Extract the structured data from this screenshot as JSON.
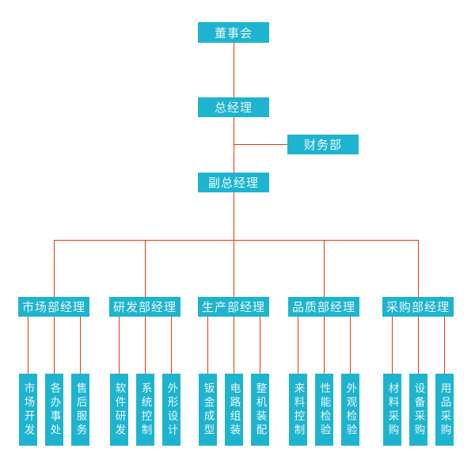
{
  "chart": {
    "type": "org-chart",
    "colors": {
      "box": "#1eb4cf",
      "line": "#e83a10",
      "text": "#ffffff",
      "background": "#ffffff"
    },
    "nodes": {
      "board": "董事会",
      "general_manager": "总经理",
      "finance": "财务部",
      "deputy_general_manager": "副总经理"
    },
    "departments": [
      {
        "label": "市场部经理",
        "children": [
          "市场开发",
          "各办事处",
          "售后服务"
        ]
      },
      {
        "label": "研发部经理",
        "children": [
          "软件研发",
          "系统控制",
          "外形设计"
        ]
      },
      {
        "label": "生产部经理",
        "children": [
          "钣金成型",
          "电路组装",
          "整机装配"
        ]
      },
      {
        "label": "品质部经理",
        "children": [
          "来料控制",
          "性能检验",
          "外观检验"
        ]
      },
      {
        "label": "采购部经理",
        "children": [
          "材料采购",
          "设备采购",
          "用品采购"
        ]
      }
    ]
  }
}
